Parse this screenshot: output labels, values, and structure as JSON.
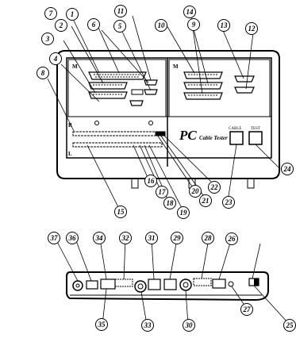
{
  "top_unit": {
    "left_module_mark": "M",
    "right_module_mark": "M",
    "row_mark_upper": "R",
    "row_mark_lower": "L",
    "brand": "PC",
    "brand_tail": "Cable Tester",
    "left_button_label": "CABLE",
    "right_button_label": "TEST"
  },
  "callouts": {
    "c1": "1",
    "c2": "2",
    "c3": "3",
    "c4": "4",
    "c5": "5",
    "c6": "6",
    "c7": "7",
    "c8": "8",
    "c9": "9",
    "c10": "10",
    "c11": "11",
    "c12": "12",
    "c13": "13",
    "c14": "14",
    "c15": "15",
    "c16": "16",
    "c17": "17",
    "c18": "18",
    "c19": "19",
    "c20": "20",
    "c21": "21",
    "c22": "22",
    "c23": "23",
    "c24": "24",
    "c25": "25",
    "c26": "26",
    "c27": "27",
    "c28": "28",
    "c29": "29",
    "c30": "30",
    "c31": "31",
    "c32": "32",
    "c33": "33",
    "c34": "34",
    "c35": "35",
    "c36": "36",
    "c37": "37"
  }
}
